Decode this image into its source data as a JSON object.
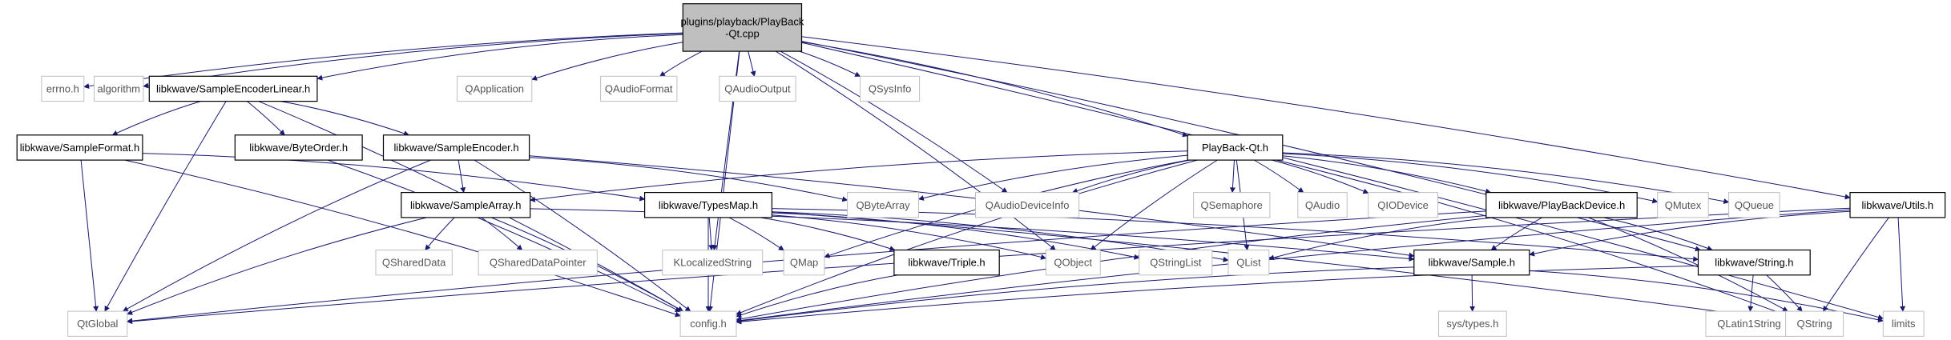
{
  "diagram": {
    "colors": {
      "edge": "#191970",
      "root_fill": "#bfbfbf",
      "box_border_internal": "#000000",
      "box_border_external": "#bfbfbf",
      "text": "#000000"
    },
    "nodes": [
      {
        "id": "root",
        "label_lines": [
          "plugins/playback/PlayBack",
          "-Qt.cpp"
        ],
        "kind": "root"
      },
      {
        "id": "errno",
        "label_lines": [
          "errno.h"
        ],
        "kind": "external"
      },
      {
        "id": "algorithm",
        "label_lines": [
          "algorithm"
        ],
        "kind": "external"
      },
      {
        "id": "selinear",
        "label_lines": [
          "libkwave/SampleEncoderLinear.h"
        ],
        "kind": "internal"
      },
      {
        "id": "qapplication",
        "label_lines": [
          "QApplication"
        ],
        "kind": "external"
      },
      {
        "id": "qaudioformat",
        "label_lines": [
          "QAudioFormat"
        ],
        "kind": "external"
      },
      {
        "id": "qaudiooutput",
        "label_lines": [
          "QAudioOutput"
        ],
        "kind": "external"
      },
      {
        "id": "qsysinfo",
        "label_lines": [
          "QSysInfo"
        ],
        "kind": "external"
      },
      {
        "id": "sampleformat",
        "label_lines": [
          "libkwave/SampleFormat.h"
        ],
        "kind": "internal"
      },
      {
        "id": "byteorder",
        "label_lines": [
          "libkwave/ByteOrder.h"
        ],
        "kind": "internal"
      },
      {
        "id": "sampleencoder",
        "label_lines": [
          "libkwave/SampleEncoder.h"
        ],
        "kind": "internal"
      },
      {
        "id": "playbackqt",
        "label_lines": [
          "PlayBack-Qt.h"
        ],
        "kind": "internal"
      },
      {
        "id": "samplearray",
        "label_lines": [
          "libkwave/SampleArray.h"
        ],
        "kind": "internal"
      },
      {
        "id": "typesmap",
        "label_lines": [
          "libkwave/TypesMap.h"
        ],
        "kind": "internal"
      },
      {
        "id": "qbytearray",
        "label_lines": [
          "QByteArray"
        ],
        "kind": "external"
      },
      {
        "id": "qaudiodeviceinfo",
        "label_lines": [
          "QAudioDeviceInfo"
        ],
        "kind": "external"
      },
      {
        "id": "qsemaphore",
        "label_lines": [
          "QSemaphore"
        ],
        "kind": "external"
      },
      {
        "id": "qaudio",
        "label_lines": [
          "QAudio"
        ],
        "kind": "external"
      },
      {
        "id": "qiodevice",
        "label_lines": [
          "QIODevice"
        ],
        "kind": "external"
      },
      {
        "id": "playbackdevice",
        "label_lines": [
          "libkwave/PlayBackDevice.h"
        ],
        "kind": "internal"
      },
      {
        "id": "qmutex",
        "label_lines": [
          "QMutex"
        ],
        "kind": "external"
      },
      {
        "id": "qqueue",
        "label_lines": [
          "QQueue"
        ],
        "kind": "external"
      },
      {
        "id": "utils",
        "label_lines": [
          "libkwave/Utils.h"
        ],
        "kind": "internal"
      },
      {
        "id": "qshareddata",
        "label_lines": [
          "QSharedData"
        ],
        "kind": "external"
      },
      {
        "id": "qshareddatapointer",
        "label_lines": [
          "QSharedDataPointer"
        ],
        "kind": "external"
      },
      {
        "id": "klocalizedstring",
        "label_lines": [
          "KLocalizedString"
        ],
        "kind": "external"
      },
      {
        "id": "qmap",
        "label_lines": [
          "QMap"
        ],
        "kind": "external"
      },
      {
        "id": "triple",
        "label_lines": [
          "libkwave/Triple.h"
        ],
        "kind": "internal"
      },
      {
        "id": "qobject",
        "label_lines": [
          "QObject"
        ],
        "kind": "external"
      },
      {
        "id": "qstringlist",
        "label_lines": [
          "QStringList"
        ],
        "kind": "external"
      },
      {
        "id": "qlist",
        "label_lines": [
          "QList"
        ],
        "kind": "external"
      },
      {
        "id": "sample",
        "label_lines": [
          "libkwave/Sample.h"
        ],
        "kind": "internal"
      },
      {
        "id": "string",
        "label_lines": [
          "libkwave/String.h"
        ],
        "kind": "internal"
      },
      {
        "id": "qtglobal",
        "label_lines": [
          "QtGlobal"
        ],
        "kind": "external"
      },
      {
        "id": "config",
        "label_lines": [
          "config.h"
        ],
        "kind": "external"
      },
      {
        "id": "systypes",
        "label_lines": [
          "sys/types.h"
        ],
        "kind": "external"
      },
      {
        "id": "qlatin1string",
        "label_lines": [
          "QLatin1String"
        ],
        "kind": "external"
      },
      {
        "id": "qstring",
        "label_lines": [
          "QString"
        ],
        "kind": "external"
      },
      {
        "id": "limits",
        "label_lines": [
          "limits"
        ],
        "kind": "external"
      }
    ],
    "edges": [
      [
        "root",
        "errno"
      ],
      [
        "root",
        "algorithm"
      ],
      [
        "root",
        "selinear"
      ],
      [
        "root",
        "qapplication"
      ],
      [
        "root",
        "qaudioformat"
      ],
      [
        "root",
        "qaudiooutput"
      ],
      [
        "root",
        "qsysinfo"
      ],
      [
        "root",
        "playbackqt"
      ],
      [
        "root",
        "utils"
      ],
      [
        "root",
        "string"
      ],
      [
        "root",
        "config"
      ],
      [
        "root",
        "klocalizedstring"
      ],
      [
        "root",
        "qobject"
      ],
      [
        "root",
        "qaudiodeviceinfo"
      ],
      [
        "root",
        "limits"
      ],
      [
        "selinear",
        "sampleformat"
      ],
      [
        "selinear",
        "byteorder"
      ],
      [
        "selinear",
        "sampleencoder"
      ],
      [
        "selinear",
        "qtglobal"
      ],
      [
        "selinear",
        "config"
      ],
      [
        "sampleformat",
        "typesmap"
      ],
      [
        "sampleformat",
        "qtglobal"
      ],
      [
        "sampleformat",
        "config"
      ],
      [
        "byteorder",
        "config"
      ],
      [
        "sampleencoder",
        "samplearray"
      ],
      [
        "sampleencoder",
        "qbytearray"
      ],
      [
        "sampleencoder",
        "sample"
      ],
      [
        "sampleencoder",
        "qtglobal"
      ],
      [
        "sampleencoder",
        "config"
      ],
      [
        "samplearray",
        "qshareddata"
      ],
      [
        "samplearray",
        "qshareddatapointer"
      ],
      [
        "samplearray",
        "sample"
      ],
      [
        "samplearray",
        "qtglobal"
      ],
      [
        "samplearray",
        "config"
      ],
      [
        "typesmap",
        "klocalizedstring"
      ],
      [
        "typesmap",
        "qmap"
      ],
      [
        "typesmap",
        "triple"
      ],
      [
        "typesmap",
        "qobject"
      ],
      [
        "typesmap",
        "qstringlist"
      ],
      [
        "typesmap",
        "qlist"
      ],
      [
        "typesmap",
        "string"
      ],
      [
        "typesmap",
        "config"
      ],
      [
        "typesmap",
        "qstring"
      ],
      [
        "triple",
        "config"
      ],
      [
        "playbackqt",
        "samplearray"
      ],
      [
        "playbackqt",
        "qbytearray"
      ],
      [
        "playbackqt",
        "qaudiodeviceinfo"
      ],
      [
        "playbackqt",
        "qsemaphore"
      ],
      [
        "playbackqt",
        "qaudio"
      ],
      [
        "playbackqt",
        "qiodevice"
      ],
      [
        "playbackqt",
        "playbackdevice"
      ],
      [
        "playbackqt",
        "qmutex"
      ],
      [
        "playbackqt",
        "qqueue"
      ],
      [
        "playbackqt",
        "qobject"
      ],
      [
        "playbackqt",
        "qlist"
      ],
      [
        "playbackqt",
        "qstring"
      ],
      [
        "playbackqt",
        "config"
      ],
      [
        "playbackqt",
        "qmap"
      ],
      [
        "playbackdevice",
        "sample"
      ],
      [
        "playbackdevice",
        "string"
      ],
      [
        "playbackdevice",
        "qlist"
      ],
      [
        "playbackdevice",
        "qtglobal"
      ],
      [
        "playbackdevice",
        "config"
      ],
      [
        "playbackdevice",
        "qstring"
      ],
      [
        "utils",
        "sample"
      ],
      [
        "utils",
        "qstring"
      ],
      [
        "utils",
        "limits"
      ],
      [
        "utils",
        "config"
      ],
      [
        "utils",
        "qtglobal"
      ],
      [
        "sample",
        "systypes"
      ],
      [
        "sample",
        "config"
      ],
      [
        "sample",
        "limits"
      ],
      [
        "string",
        "qlatin1string"
      ],
      [
        "string",
        "qstring"
      ],
      [
        "string",
        "config"
      ]
    ]
  }
}
